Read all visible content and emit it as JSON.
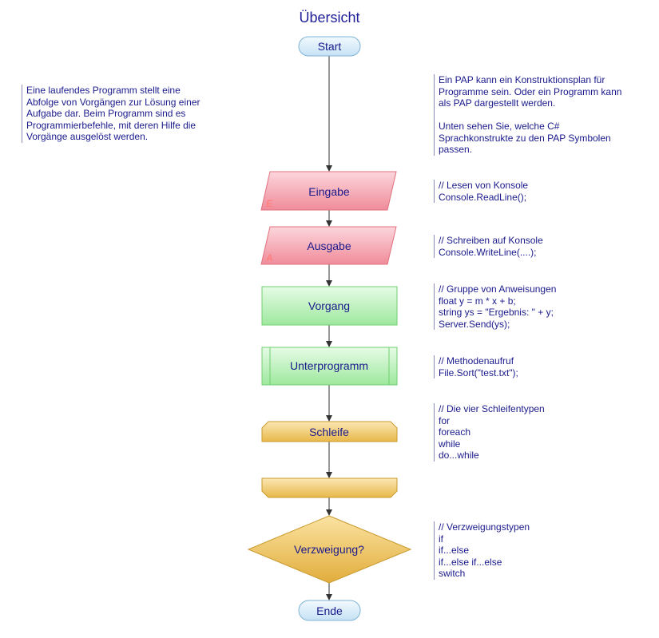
{
  "title": "Übersicht",
  "nodes": {
    "start": "Start",
    "eingabe": "Eingabe",
    "eingabe_letter": "E",
    "ausgabe": "Ausgabe",
    "ausgabe_letter": "A",
    "vorgang": "Vorgang",
    "unterprogramm": "Unterprogramm",
    "schleife": "Schleife",
    "schleife_end": "",
    "verzweigung": "Verzweigung?",
    "ende": "Ende"
  },
  "notes": {
    "left_intro": "Eine laufendes Programm stellt eine\nAbfolge von Vorgängen zur Lösung einer\nAufgabe dar. Beim Programm sind es\nProgrammierbefehle, mit deren Hilfe die\nVorgänge ausgelöst werden.",
    "right_intro": "Ein PAP kann ein Konstruktionsplan für\nProgramme sein. Oder ein Programm kann\nals PAP dargestellt werden.\n\nUnten sehen Sie, welche C#\nSprachkonstrukte zu den PAP Symbolen\npassen.",
    "eingabe": "// Lesen von Konsole\nConsole.ReadLine();",
    "ausgabe": "// Schreiben auf Konsole\nConsole.WriteLine(....);",
    "vorgang": "// Gruppe von Anweisungen\nfloat y = m * x + b;\nstring ys = \"Ergebnis: \" + y;\nServer.Send(ys);",
    "unterprogramm": "// Methodenaufruf\nFile.Sort(\"test.txt\");",
    "schleife": "// Die vier Schleifentypen\nfor\nforeach\nwhile\ndo...while",
    "verzweigung": "// Verzweigungstypen\nif\nif...else\nif...else if...else\nswitch"
  },
  "colors": {
    "text": "#1a1a8c",
    "line": "#333333",
    "terminal_fill": "#dff0fb",
    "terminal_stroke": "#7fb3d5",
    "io_fill": "#f6a6b0",
    "io_stroke": "#e0707e",
    "process_fill": "#b8f0b8",
    "process_stroke": "#6fcf6f",
    "loop_fill": "#f3cf73",
    "loop_stroke": "#c99a2e",
    "decision_fill": "#f0c860",
    "decision_stroke": "#c99a2e"
  }
}
